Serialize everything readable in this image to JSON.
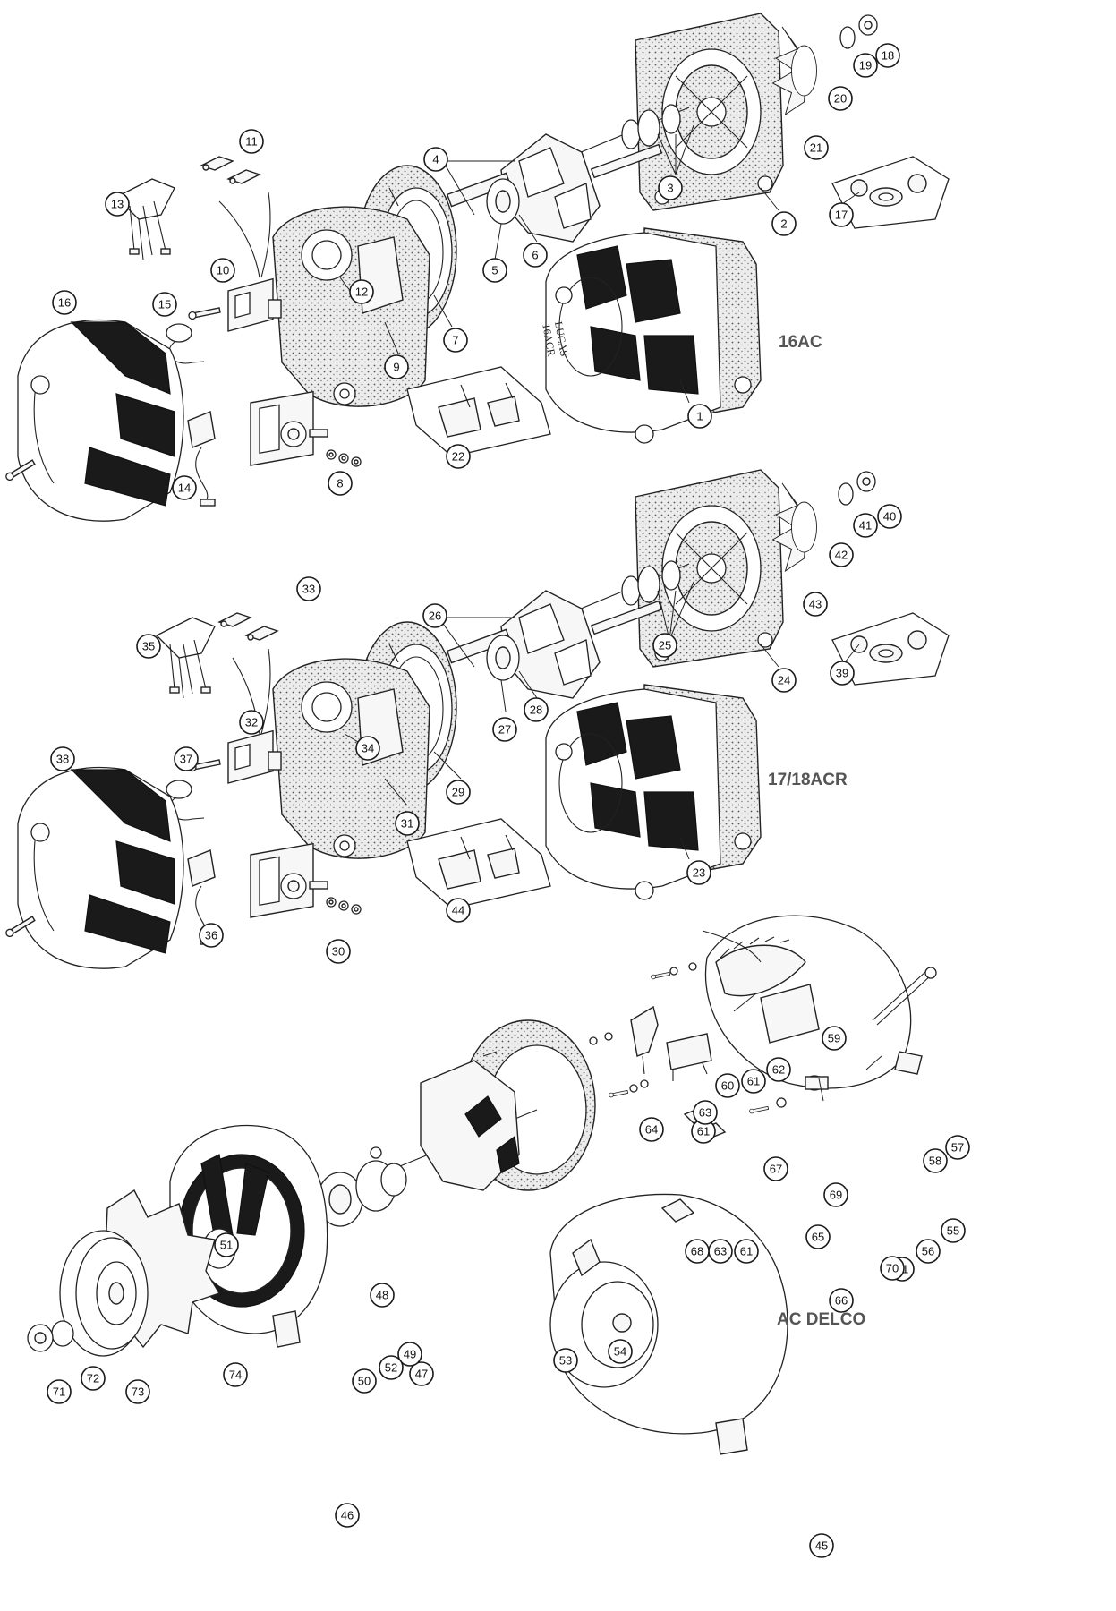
{
  "sections": [
    {
      "label": "16AC"
    },
    {
      "label": "17/18ACR"
    },
    {
      "label": "AC DELCO"
    }
  ],
  "logos": [
    "LUCAS",
    "16ACR"
  ],
  "callouts": [
    "1",
    "2",
    "3",
    "4",
    "5",
    "6",
    "7",
    "8",
    "9",
    "10",
    "11",
    "12",
    "13",
    "14",
    "15",
    "16",
    "17",
    "18",
    "19",
    "20",
    "21",
    "22",
    "23",
    "24",
    "25",
    "26",
    "27",
    "28",
    "29",
    "30",
    "31",
    "32",
    "33",
    "34",
    "35",
    "36",
    "37",
    "38",
    "39",
    "40",
    "41",
    "42",
    "43",
    "44",
    "45",
    "46",
    "47",
    "48",
    "49",
    "50",
    "51",
    "52",
    "53",
    "54",
    "55",
    "56",
    "57",
    "58",
    "59",
    "60",
    "61",
    "61",
    "61",
    "61",
    "62",
    "63",
    "63",
    "64",
    "65",
    "66",
    "67",
    "68",
    "69",
    "70",
    "71",
    "72",
    "73",
    "74"
  ]
}
